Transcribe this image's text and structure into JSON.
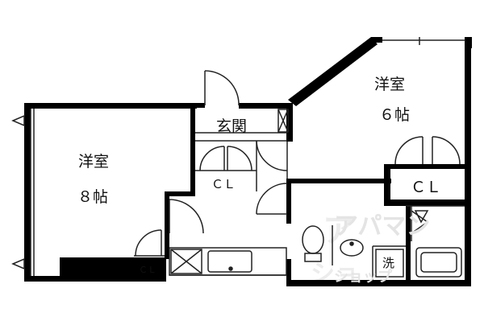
{
  "rooms": {
    "western_left": {
      "name": "洋室",
      "size": "８帖"
    },
    "western_right": {
      "name": "洋室",
      "size": "６帖"
    },
    "entrance": {
      "name": "玄関"
    }
  },
  "closets": {
    "right": "ＣＬ",
    "center": "ＣＬ",
    "small": "ＣＬ"
  },
  "fixtures": {
    "washer": "洗"
  },
  "watermark": {
    "brand": "アパマン",
    "sub": "ショップ"
  }
}
